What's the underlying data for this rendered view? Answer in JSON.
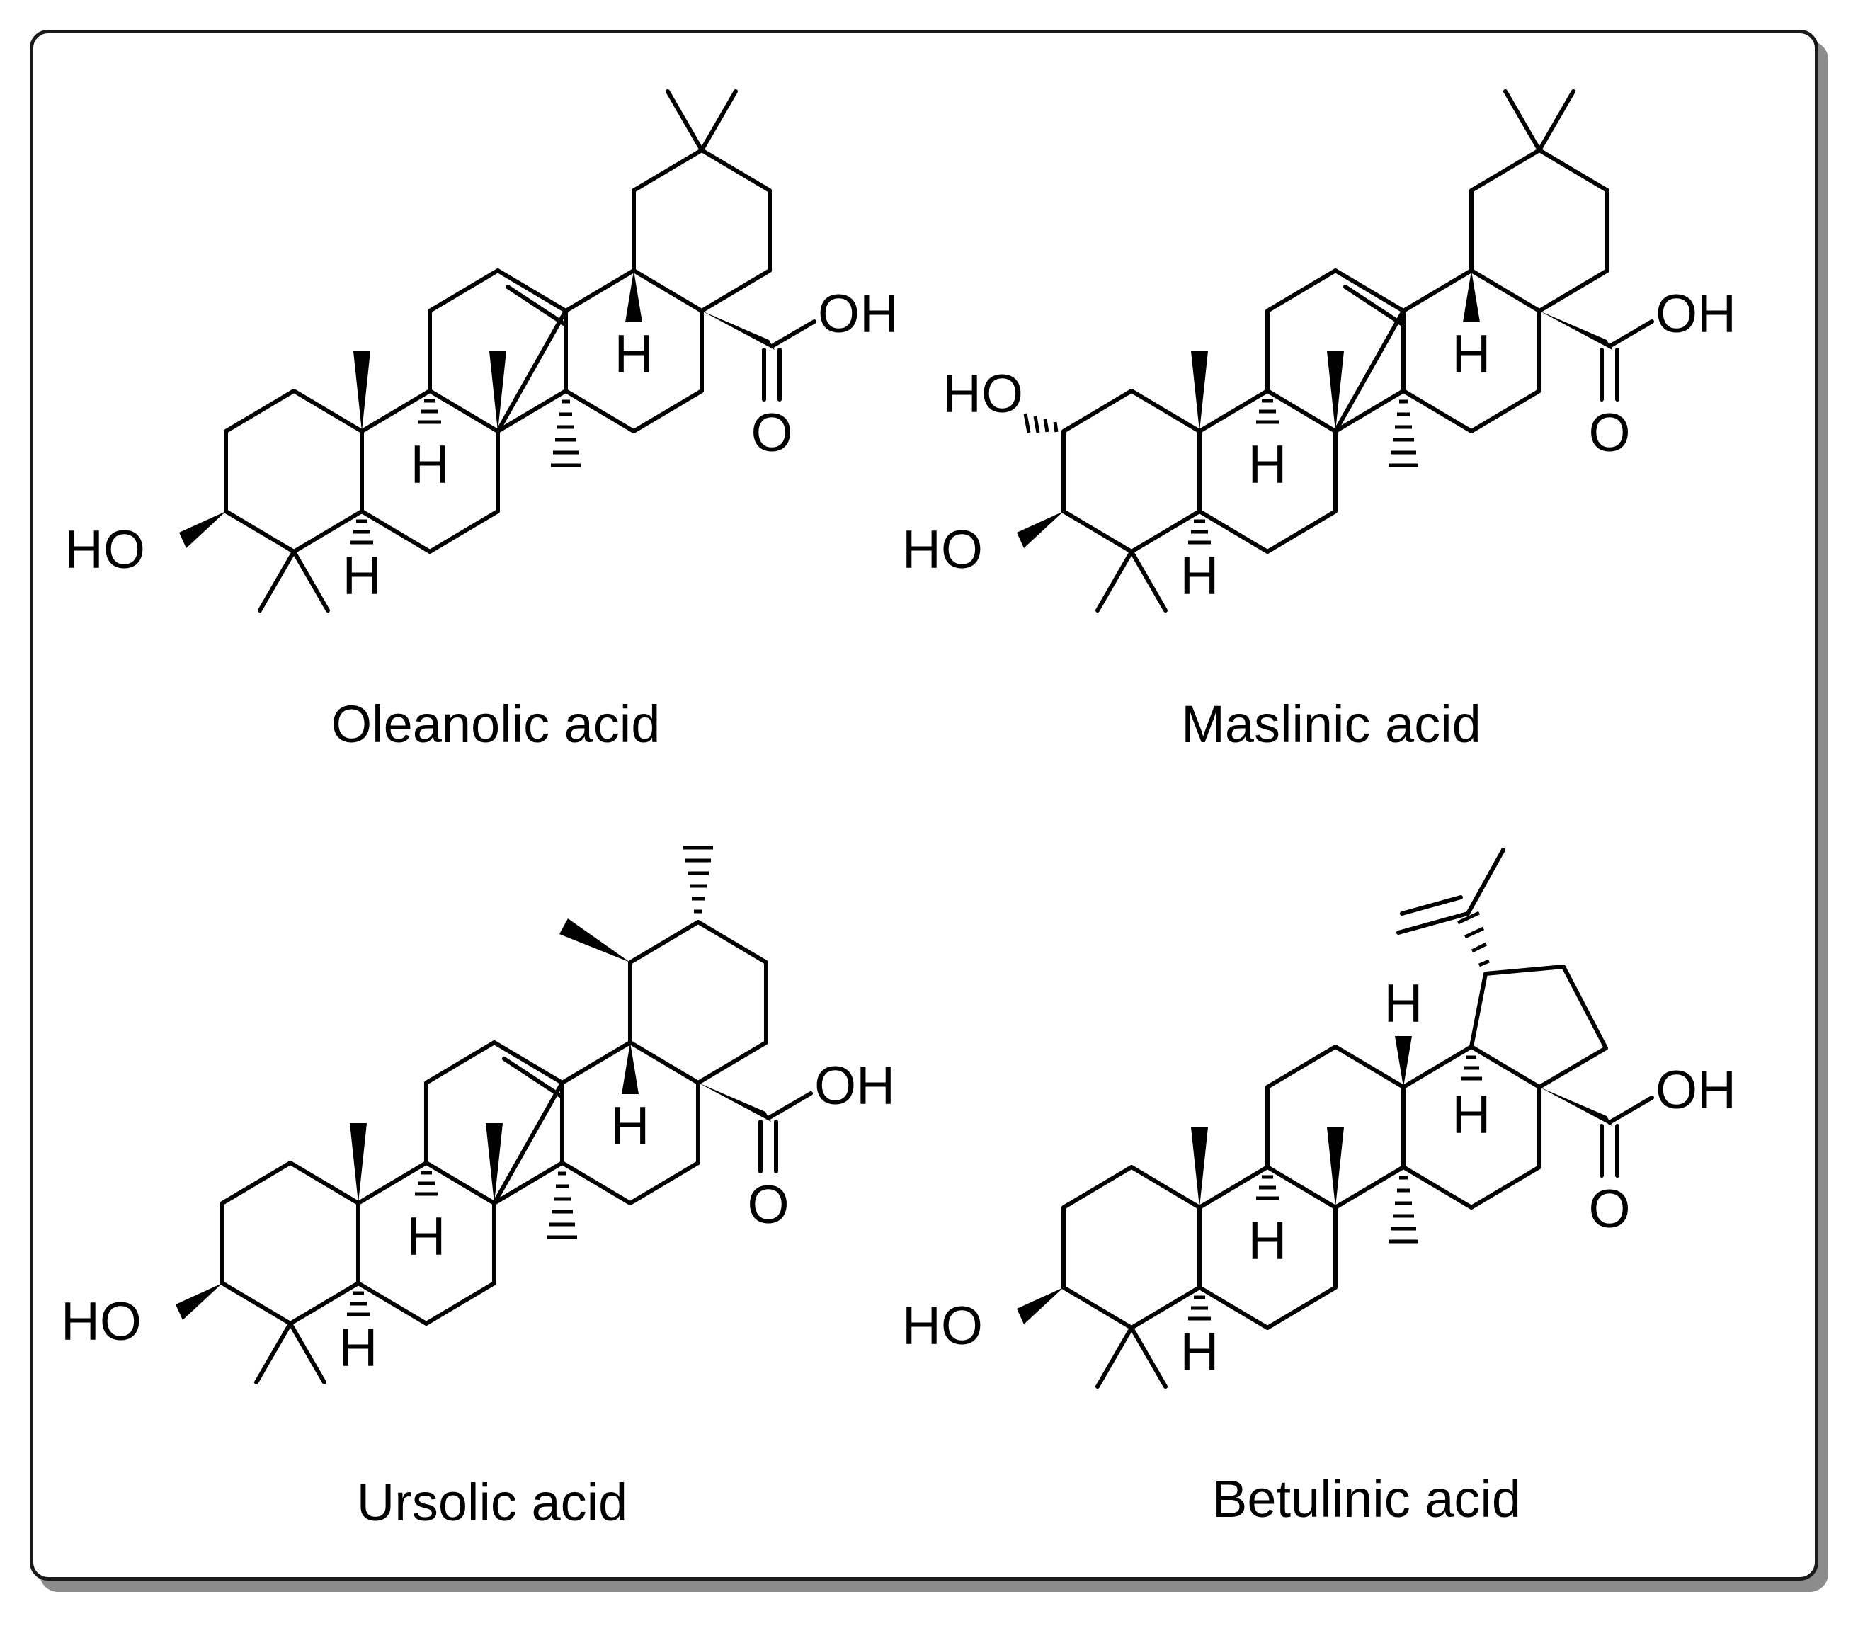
{
  "figure": {
    "compounds": [
      {
        "id": "oleanolic",
        "name": "Oleanolic acid"
      },
      {
        "id": "maslinic",
        "name": "Maslinic acid"
      },
      {
        "id": "ursolic",
        "name": "Ursolic acid"
      },
      {
        "id": "betulinic",
        "name": "Betulinic acid"
      }
    ],
    "atom_labels": {
      "hydroxyl": "HO",
      "acid_oh": "OH",
      "carbonyl_o": "O",
      "hydrogen": "H"
    }
  },
  "colors": {
    "ink": "#000000",
    "shadow": "#8c8c8c",
    "background": "#ffffff"
  }
}
